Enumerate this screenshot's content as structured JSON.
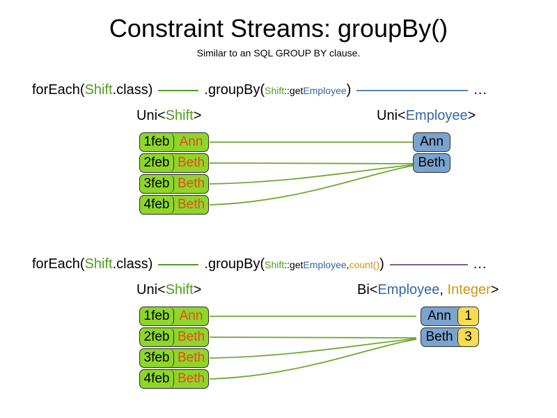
{
  "header": {
    "title": "Constraint Streams: groupBy()",
    "subtitle": "Similar to an SQL GROUP BY clause."
  },
  "colors": {
    "shift_green": "#8ed629",
    "employee_blue": "#7ba3d0",
    "integer_yellow": "#f5dc50",
    "name_orange": "#e8491d",
    "text_green": "#4f9c1e",
    "text_blue": "#3465a4",
    "text_gold": "#d4940b",
    "wire_green": "#4f9c1e",
    "wire_blue": "#5a7fb8",
    "wire_purple": "#7e5f8e"
  },
  "rows": [
    {
      "id": "row-groupby-single",
      "code": {
        "foreach_prefix": "forEach(",
        "foreach_type": "Shift",
        "foreach_suffix": ".class)",
        "groupby_prefix": ".groupBy(",
        "mapper_owner": "Shift",
        "mapper_sep": "::get",
        "mapper_target": "Employee",
        "groupby_suffix": ")",
        "ellipsis": "..."
      },
      "left_label": {
        "outer_open": "Uni<",
        "generic": "Shift",
        "outer_close": ">"
      },
      "right_label": {
        "outer_open": "Uni<",
        "generic": "Employee",
        "outer_close": ">"
      },
      "shifts": [
        {
          "date": "1feb",
          "name": "Ann"
        },
        {
          "date": "2feb",
          "name": "Beth"
        },
        {
          "date": "3feb",
          "name": "Beth"
        },
        {
          "date": "4feb",
          "name": "Beth"
        }
      ],
      "groups": [
        {
          "employee": "Ann"
        },
        {
          "employee": "Beth"
        }
      ]
    },
    {
      "id": "row-groupby-count",
      "code": {
        "foreach_prefix": "forEach(",
        "foreach_type": "Shift",
        "foreach_suffix": ".class)",
        "groupby_prefix": ".groupBy(",
        "mapper_owner": "Shift",
        "mapper_sep": "::get",
        "mapper_target": "Employee",
        "mapper_comma": ", ",
        "collector": "count()",
        "groupby_suffix": ")",
        "ellipsis": "..."
      },
      "left_label": {
        "outer_open": "Uni<",
        "generic": "Shift",
        "outer_close": ">"
      },
      "right_label": {
        "outer_open": "Bi<",
        "generic": "Employee",
        "separator": ", ",
        "generic2": "Integer",
        "outer_close": ">"
      },
      "shifts": [
        {
          "date": "1feb",
          "name": "Ann"
        },
        {
          "date": "2feb",
          "name": "Beth"
        },
        {
          "date": "3feb",
          "name": "Beth"
        },
        {
          "date": "4feb",
          "name": "Beth"
        }
      ],
      "groups": [
        {
          "employee": "Ann",
          "count": "1"
        },
        {
          "employee": "Beth",
          "count": "3"
        }
      ]
    }
  ]
}
